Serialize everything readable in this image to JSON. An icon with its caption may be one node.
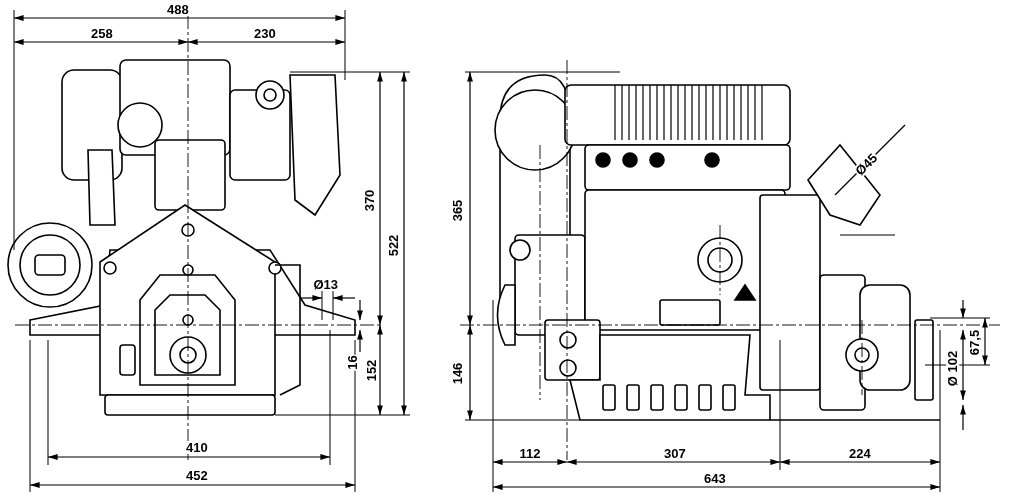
{
  "diagram": {
    "labels": [
      "488",
      "258",
      "230",
      "370",
      "522",
      "Ø13",
      "16",
      "152",
      "410",
      "452",
      "365",
      "Ø45",
      "146",
      "67,5",
      "Ø 102",
      "112",
      "307",
      "224",
      "643"
    ]
  }
}
